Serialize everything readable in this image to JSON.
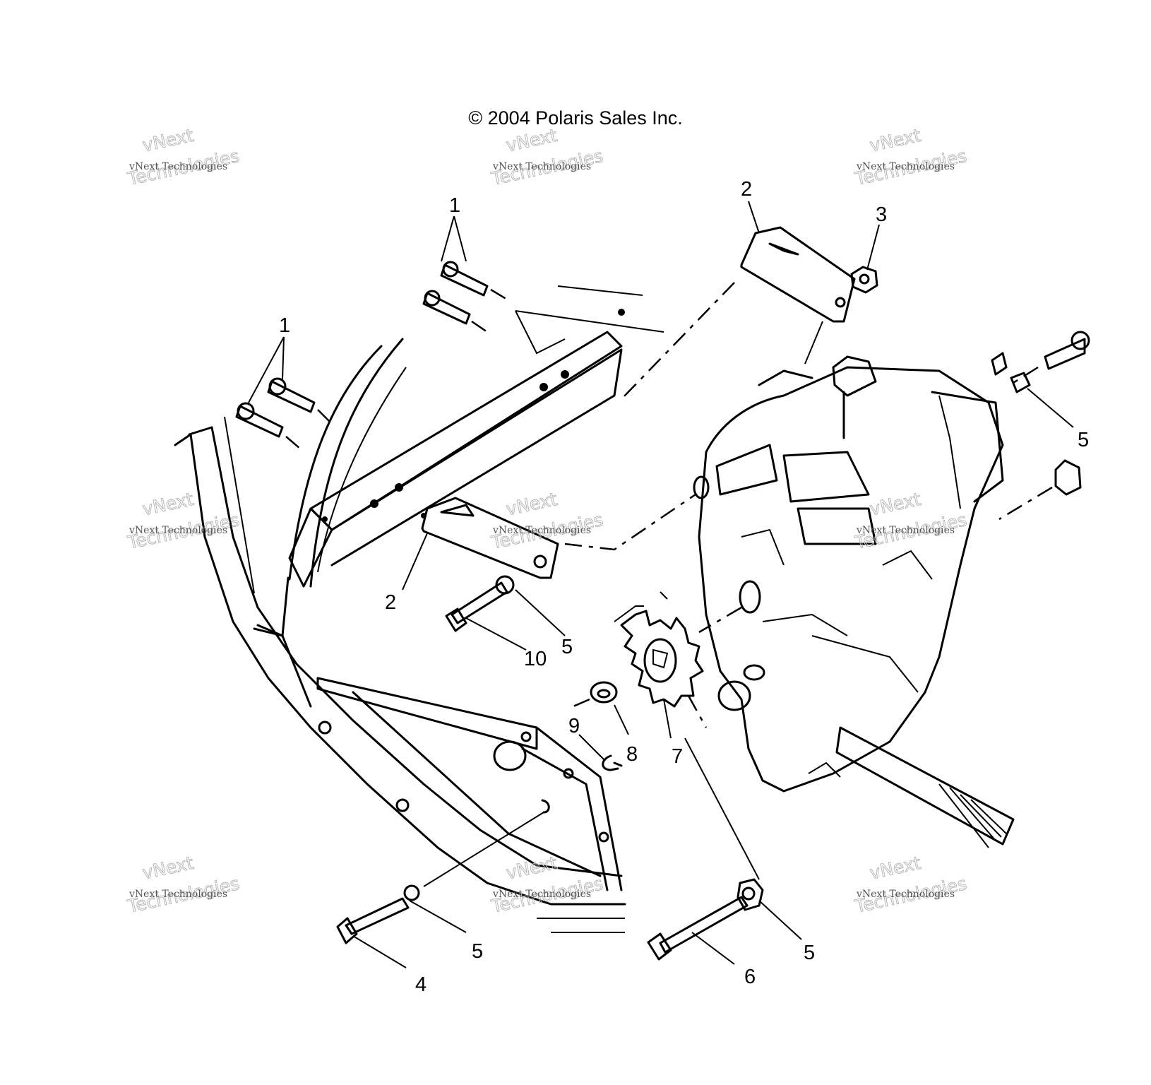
{
  "copyright": "© 2004 Polaris Sales Inc.",
  "watermark": {
    "brand": "vNext",
    "company": "vNext Technologies",
    "word": "Technologies"
  },
  "callouts": [
    {
      "id": "c1a",
      "label": "1"
    },
    {
      "id": "c1b",
      "label": "1"
    },
    {
      "id": "c2a",
      "label": "2"
    },
    {
      "id": "c2b",
      "label": "2"
    },
    {
      "id": "c3",
      "label": "3"
    },
    {
      "id": "c5a",
      "label": "5"
    },
    {
      "id": "c5b",
      "label": "5"
    },
    {
      "id": "c5c",
      "label": "5"
    },
    {
      "id": "c5d",
      "label": "5"
    },
    {
      "id": "c10",
      "label": "10"
    },
    {
      "id": "c9",
      "label": "9"
    },
    {
      "id": "c8",
      "label": "8"
    },
    {
      "id": "c7",
      "label": "7"
    },
    {
      "id": "c4",
      "label": "4"
    },
    {
      "id": "c6",
      "label": "6"
    }
  ]
}
